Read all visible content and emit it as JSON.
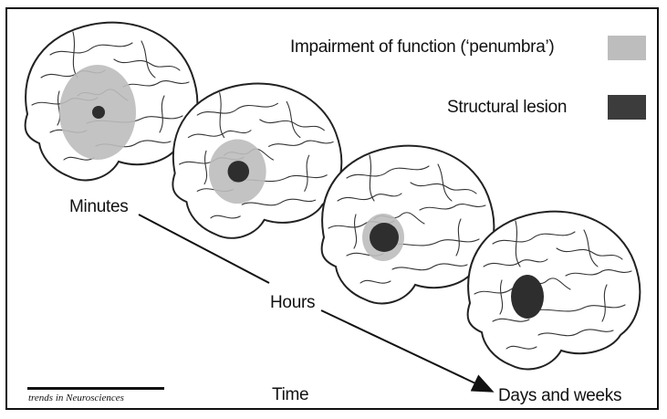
{
  "legend": {
    "penumbra_label": "Impairment of function (‘penumbra’)",
    "lesion_label": "Structural lesion",
    "penumbra_color": "#bdbdbd",
    "lesion_color": "#3c3c3c"
  },
  "timeline": {
    "minutes": "Minutes",
    "hours": "Hours",
    "days_weeks": "Days and weeks",
    "time": "Time"
  },
  "source": {
    "journal": "trends in Neurosciences"
  },
  "brains": [
    {
      "stage": "minutes",
      "penumbra": "large",
      "lesion": "small"
    },
    {
      "stage": "early-hours",
      "penumbra": "medium",
      "lesion": "medium"
    },
    {
      "stage": "hours",
      "penumbra": "small",
      "lesion": "medium-large"
    },
    {
      "stage": "days-and-weeks",
      "penumbra": "none",
      "lesion": "large"
    }
  ]
}
